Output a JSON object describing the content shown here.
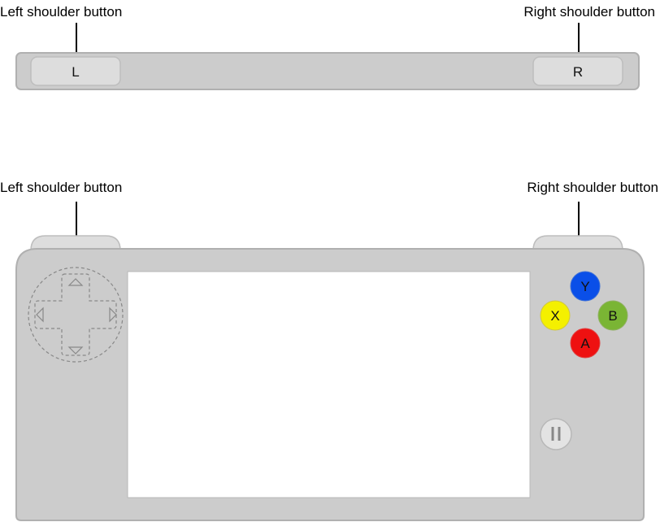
{
  "top_view": {
    "left_label": "Left shoulder button",
    "right_label": "Right shoulder button",
    "left_button": "L",
    "right_button": "R"
  },
  "front_view": {
    "left_label": "Left shoulder button",
    "right_label": "Right shoulder button",
    "face_buttons": {
      "y": {
        "label": "Y",
        "color": "#0a4fe8"
      },
      "x": {
        "label": "X",
        "color": "#f4f000"
      },
      "b": {
        "label": "B",
        "color": "#7ab534"
      },
      "a": {
        "label": "A",
        "color": "#ee1111"
      }
    },
    "pause_icon": "pause-icon",
    "dpad_icon": "dpad-icon"
  },
  "colors": {
    "body": "#cccccc",
    "outline": "#b0b0b0",
    "shoulder": "#dddddd",
    "screen": "#ffffff"
  }
}
